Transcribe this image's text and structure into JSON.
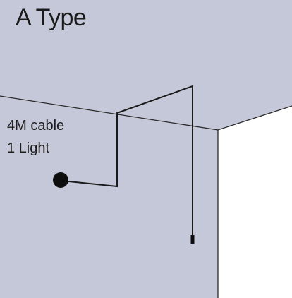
{
  "title": "A Type",
  "labels": {
    "cable": "4M cable",
    "lights": "1 Light"
  },
  "colors": {
    "ceiling_wall": "#c5c8d8",
    "right_wall": "#ffffff",
    "line": "#1a1a1a"
  }
}
